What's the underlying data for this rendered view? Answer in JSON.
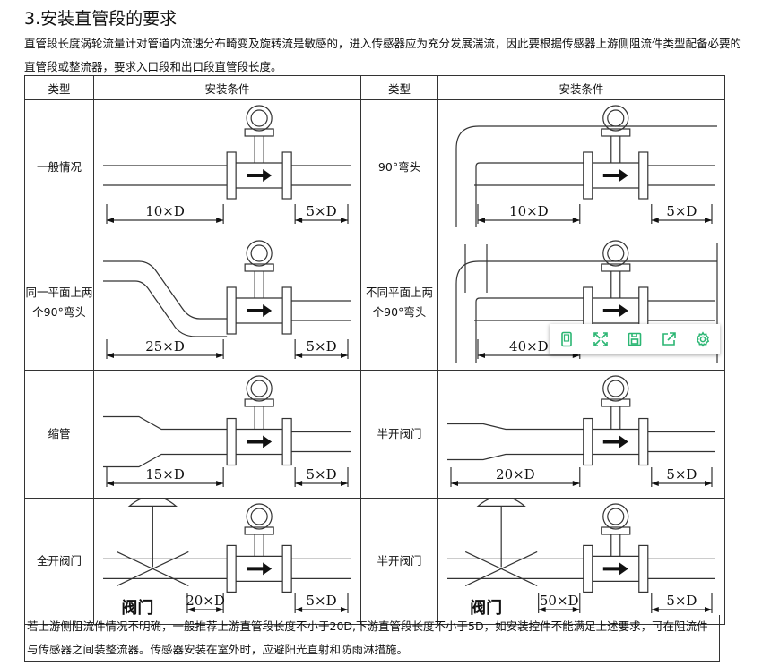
{
  "title": "3.安装直管段的要求",
  "intro": "直管段长度涡轮流量计对管道内流速分布畸变及旋转流是敏感的，进入传感器应为充分发展湍流，因此要根据传感器上游侧阻流件类型配备必要的直管段或整流器，要求入口段和出口段直管段长度。",
  "table": {
    "headers": [
      "类型",
      "安装条件",
      "类型",
      "安装条件"
    ],
    "rows": [
      {
        "left": {
          "type": "一般情况",
          "up": "10×D",
          "down": "5×D"
        },
        "right": {
          "type": "90°弯头",
          "up": "10×D",
          "down": "5×D"
        }
      },
      {
        "left": {
          "type": "同一平面上两个90°弯头",
          "up": "25×D",
          "down": "5×D"
        },
        "right": {
          "type": "不同平面上两个90°弯头",
          "up": "40×D",
          "down": ""
        }
      },
      {
        "left": {
          "type": "缩管",
          "up": "15×D",
          "down": "5×D"
        },
        "right": {
          "type": "半开阀门",
          "up": "20×D",
          "down": "5×D"
        }
      },
      {
        "left": {
          "type": "全开阀门",
          "up": "20×D",
          "down": "5×D",
          "valve": "阀门"
        },
        "right": {
          "type": "半开阀门",
          "up": "50×D",
          "down": "5×D",
          "valve": "阀门"
        }
      }
    ]
  },
  "footer": "若上游侧阻流件情况不明确，一般推荐上游直管段长度不小于20D,下游直管段长度不小于5D，如安装控件不能满足上述要求，可在阻流件与传感器之间装整流器。传感器安装在室外时，应避阳光直射和防雨淋措施。",
  "toolbar": {
    "icons": [
      "mobile-icon",
      "expand-icon",
      "save-icon",
      "share-icon",
      "settings-icon"
    ],
    "accent": "#2bb673"
  }
}
